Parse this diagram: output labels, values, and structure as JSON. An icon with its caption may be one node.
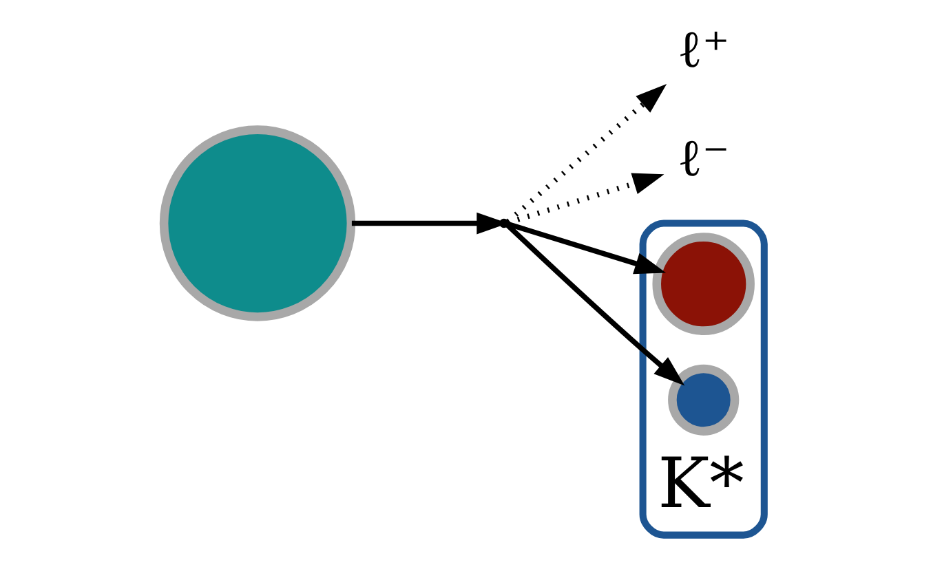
{
  "diagram": {
    "nodes": [
      {
        "text": [],
        "shape": "circle"
      },
      {
        "text": [],
        "shape": "point"
      },
      {
        "text": [
          "ℓ⁺"
        ]
      },
      {
        "text": [
          "ℓ⁻"
        ]
      },
      {
        "text": [
          "K*"
        ]
      },
      {
        "text": [],
        "shape": "circle",
        "in": 4
      },
      {
        "text": [],
        "shape": "circle",
        "in": 4
      }
    ],
    "edges": [
      {
        "from": 0,
        "to": 1,
        "arrow": "to"
      },
      {
        "from": 1,
        "to": 2,
        "arrow": "to",
        "style": "dashed"
      },
      {
        "from": 1,
        "to": 3,
        "arrow": "to",
        "style": "dashed"
      },
      {
        "from": 1,
        "to": 5,
        "arrow": "to"
      },
      {
        "from": 1,
        "to": 6,
        "arrow": "to"
      }
    ]
  }
}
